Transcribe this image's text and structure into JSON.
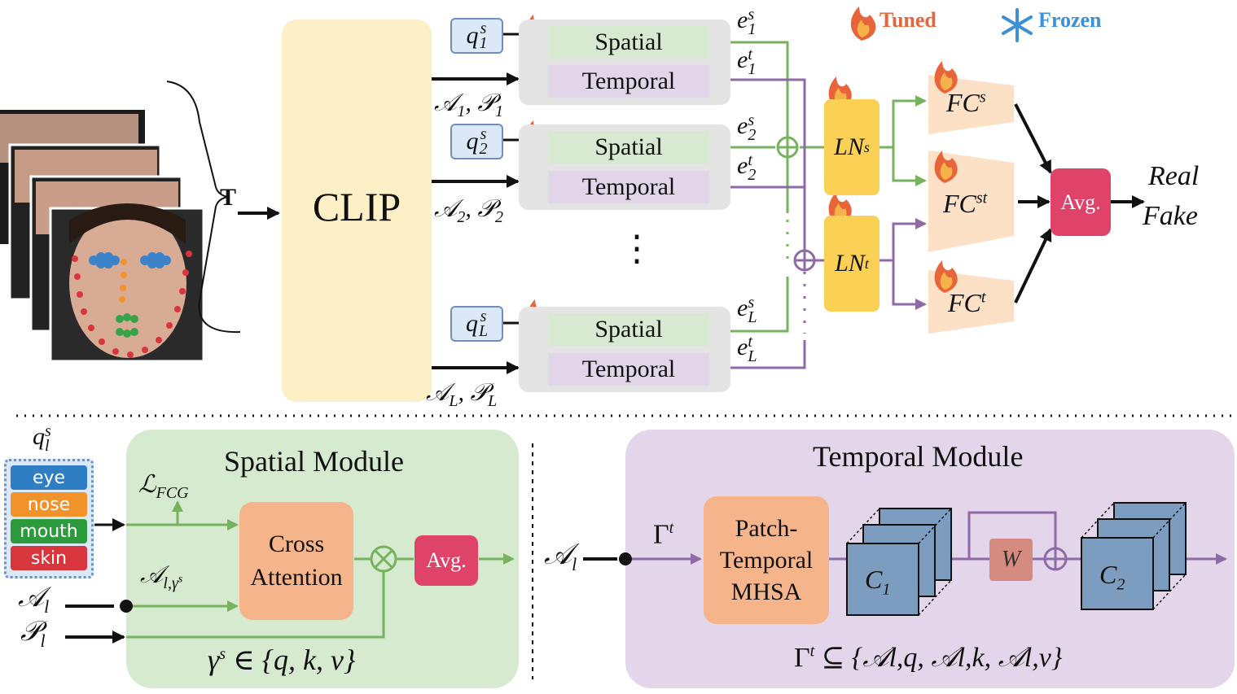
{
  "legend": {
    "tuned": "Tuned",
    "frozen": "Frozen"
  },
  "input": {
    "frames_label": "T"
  },
  "encoder": {
    "label": "CLIP"
  },
  "layers": [
    {
      "query": "q",
      "query_sub": "1",
      "attn": "𝒜",
      "sub": "1",
      "patch": "𝒫",
      "spatial": "Spatial",
      "temporal": "Temporal",
      "es_sub": "1",
      "et_sub": "1"
    },
    {
      "query": "q",
      "query_sub": "2",
      "attn": "𝒜",
      "sub": "2",
      "patch": "𝒫",
      "spatial": "Spatial",
      "temporal": "Temporal",
      "es_sub": "2",
      "et_sub": "2"
    },
    {
      "query": "q",
      "query_sub": "L",
      "attn": "𝒜",
      "sub": "L",
      "patch": "𝒫",
      "spatial": "Spatial",
      "temporal": "Temporal",
      "es_sub": "L",
      "et_sub": "L"
    }
  ],
  "ellipsis": "⋮",
  "norms": {
    "ln_s": "LN",
    "ln_s_sup": "s",
    "ln_t": "LN",
    "ln_t_sup": "t"
  },
  "heads": {
    "fc_s": "FC",
    "fc_s_sup": "s",
    "fc_st": "FC",
    "fc_st_sup": "st",
    "fc_t": "FC",
    "fc_t_sup": "t"
  },
  "fusion": {
    "avg": "Avg."
  },
  "outputs": {
    "real": "Real",
    "fake": "Fake"
  },
  "spatial_module": {
    "title": "Spatial Module",
    "query_label": "q",
    "query_sup": "s",
    "query_sub": "l",
    "regions": [
      "eye",
      "nose",
      "mouth",
      "skin"
    ],
    "loss": "ℒ",
    "loss_sub": "FCG",
    "attn_label": "𝒜",
    "attn_sub": "l,γ",
    "attn_subsup": "s",
    "input_a": "𝒜",
    "input_a_sub": "l",
    "input_p": "𝒫",
    "input_p_sub": "l",
    "cross_attention": "Cross Attention",
    "avg": "Avg.",
    "gamma_set": "γ",
    "gamma_sup": "s",
    "gamma_tail": " ∈ {q, k, v}"
  },
  "temporal_module": {
    "title": "Temporal Module",
    "input": "𝒜",
    "input_sub": "l",
    "gamma": "Γ",
    "gamma_sup": "t",
    "mhsa": "Patch-Temporal MHSA",
    "c1": "C",
    "c1_sub": "1",
    "w": "W",
    "c2": "C",
    "c2_sub": "2",
    "gamma_set_head": "Γ",
    "gamma_set_sup": "t",
    "gamma_set_tail": " ⊆ {𝒜l,q, 𝒜l,k, 𝒜l,v}"
  },
  "colors": {
    "spatial_green": "#77b25e",
    "temporal_purple": "#8e6aa6",
    "tuned_orange": "#e8643a",
    "frozen_blue": "#3d8fd6",
    "avg_red": "#e0436a"
  }
}
